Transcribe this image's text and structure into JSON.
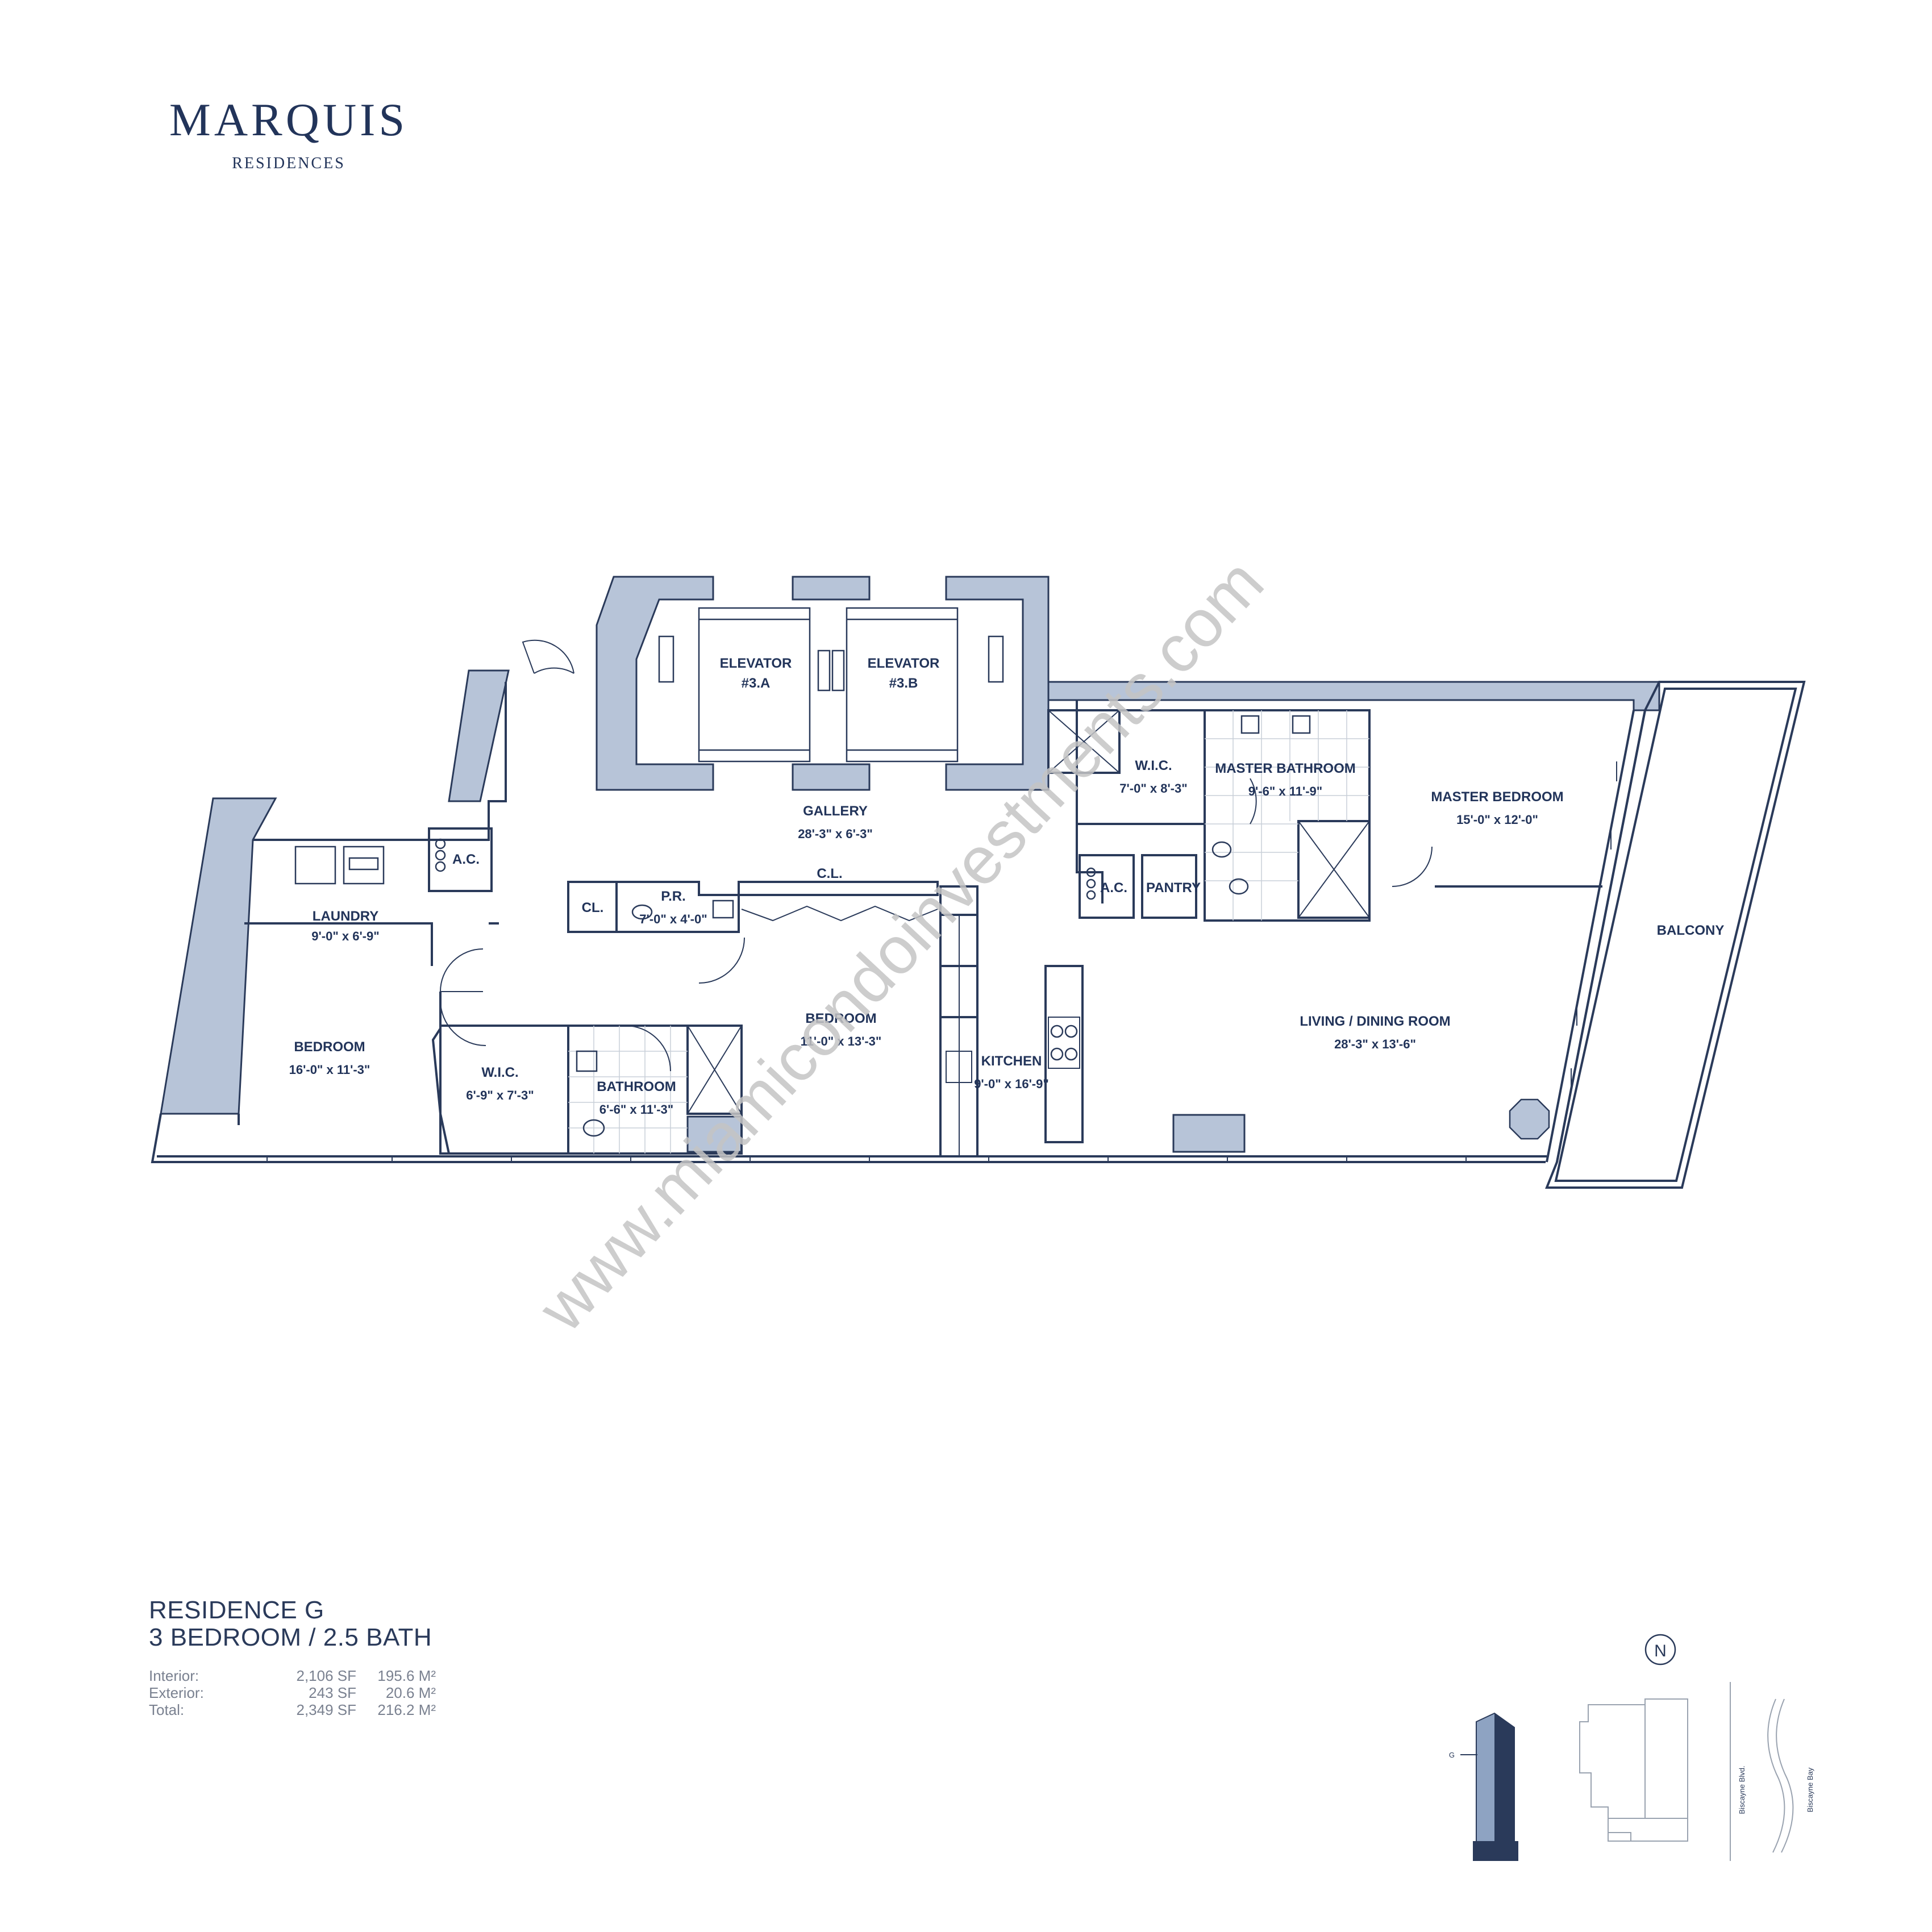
{
  "brand": {
    "name": "MARQUIS",
    "subtitle": "RESIDENCES"
  },
  "unit": {
    "name": "RESIDENCE G",
    "type": "3 BEDROOM / 2.5 BATH",
    "areas": [
      {
        "label": "Interior:",
        "sf": "2,106 SF",
        "m2": "195.6 M²"
      },
      {
        "label": "Exterior:",
        "sf": "243 SF",
        "m2": "20.6 M²"
      },
      {
        "label": "Total:",
        "sf": "2,349 SF",
        "m2": "216.2 M²"
      }
    ]
  },
  "rooms": {
    "elevator_a": {
      "name": "ELEVATOR",
      "num": "#3.A"
    },
    "elevator_b": {
      "name": "ELEVATOR",
      "num": "#3.B"
    },
    "gallery": {
      "name": "GALLERY",
      "dims": "28'-3\" x 6'-3\""
    },
    "laundry": {
      "name": "LAUNDRY",
      "dims": "9'-0\" x 6'-9\""
    },
    "ac_left": {
      "name": "A.C."
    },
    "cl_left": {
      "name": "CL."
    },
    "powder": {
      "name": "P.R.",
      "dims": "7'-0\" x 4'-0\""
    },
    "closet": {
      "name": "C.L."
    },
    "bedroom_left": {
      "name": "BEDROOM",
      "dims": "16'-0\" x 11'-3\""
    },
    "wic_left": {
      "name": "W.I.C.",
      "dims": "6'-9\" x 7'-3\""
    },
    "bathroom": {
      "name": "BATHROOM",
      "dims": "6'-6\" x 11'-3\""
    },
    "bedroom_mid": {
      "name": "BEDROOM",
      "dims": "11'-0\" x 13'-3\""
    },
    "kitchen": {
      "name": "KITCHEN",
      "dims": "9'-0\" x 16'-9\""
    },
    "wic_master": {
      "name": "W.I.C.",
      "dims": "7'-0\" x 8'-3\""
    },
    "master_bath": {
      "name": "MASTER BATHROOM",
      "dims": "9'-6\" x 11'-9\""
    },
    "ac_right": {
      "name": "A.C."
    },
    "pantry": {
      "name": "PANTRY"
    },
    "master_bedroom": {
      "name": "MASTER BEDROOM",
      "dims": "15'-0\" x 12'-0\""
    },
    "living": {
      "name": "LIVING / DINING ROOM",
      "dims": "28'-3\" x 13'-6\""
    },
    "balcony": {
      "name": "BALCONY"
    }
  },
  "keyplan": {
    "north": "N",
    "floor_marker": "G",
    "street": "Biscayne Blvd.",
    "water": "Biscayne Bay"
  },
  "watermark": "www.miamicondoinvestments.com",
  "colors": {
    "brand": "#22345a",
    "wall_fill": "#b7c4d8",
    "line": "#2a3a5a"
  }
}
